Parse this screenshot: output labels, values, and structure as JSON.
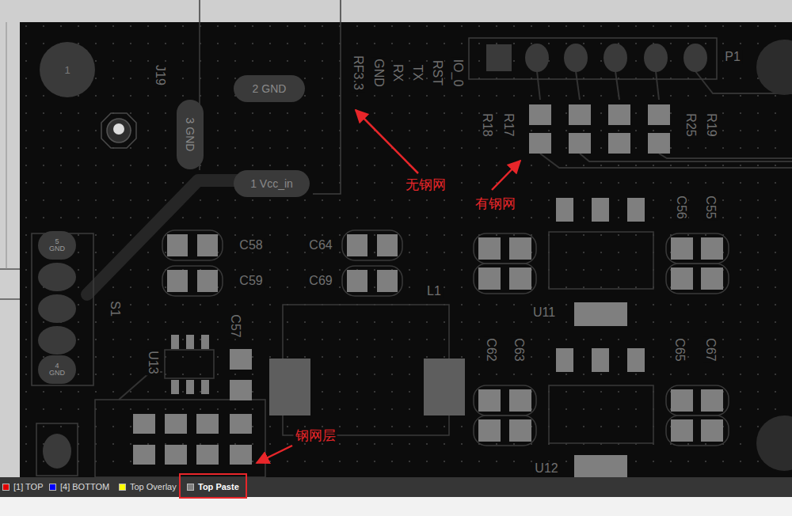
{
  "diagram": {
    "nodes": [
      {
        "text": [
          "1"
        ]
      },
      {
        "text": [
          "2 GND"
        ]
      },
      {
        "text": [
          "3 GND"
        ]
      },
      {
        "text": [
          "1 Vcc_in"
        ]
      },
      {
        "text": [
          "5 GND"
        ]
      },
      {
        "text": [
          "4 GND"
        ]
      }
    ],
    "labels": [
      "J19",
      "RF3.3",
      "GND",
      "RX",
      "TX",
      "RST",
      "IO_0",
      "P1",
      "R18",
      "R17",
      "R25",
      "R19",
      "C58",
      "C64",
      "C59",
      "C69",
      "C56",
      "C55",
      "L1",
      "U11",
      "C57",
      "U13",
      "C62",
      "C63",
      "C65",
      "C67",
      "U12",
      "S1",
      "无钢网",
      "有钢网",
      "钢网层"
    ],
    "legend": [
      {
        "text": "[1] TOP",
        "color": "#e00000"
      },
      {
        "text": "[4] BOTTOM",
        "color": "#0000ff"
      },
      {
        "text": "Top Overlay",
        "color": "#ffff00"
      },
      {
        "text": "Top Paste",
        "color": "#808080"
      }
    ]
  }
}
